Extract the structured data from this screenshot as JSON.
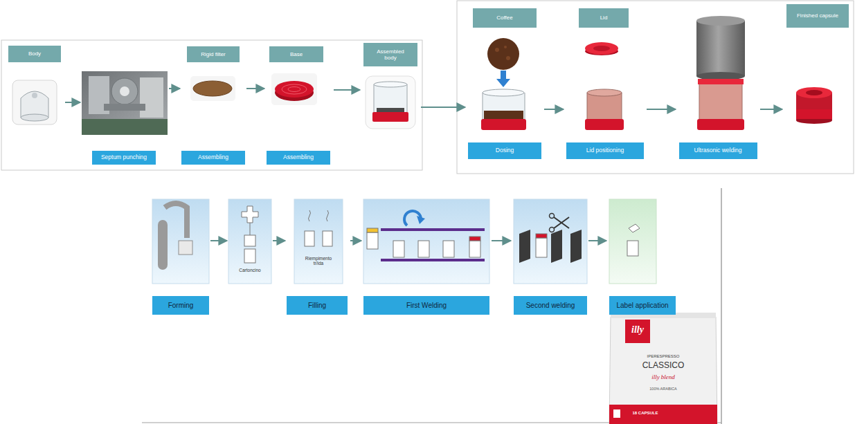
{
  "diagram": {
    "nodes": [
      {
        "text": [
          "Body"
        ]
      },
      {
        "text": [
          "Septum punching"
        ]
      },
      {
        "text": [
          "Rigid filter",
          "Assembling"
        ]
      },
      {
        "text": [
          "Base",
          "Assembling"
        ]
      },
      {
        "text": [
          "Assembled body"
        ]
      },
      {
        "text": [
          "Coffee",
          "Dosing"
        ]
      },
      {
        "text": [
          "Lid",
          "Lid positioning"
        ]
      },
      {
        "text": [
          "Ultrasonic welding"
        ]
      },
      {
        "text": [
          "Finished capsule"
        ]
      },
      {
        "text": [
          "Forming"
        ]
      },
      {
        "text": [
          "Cartoncino"
        ]
      },
      {
        "text": [
          "Riempimento tr/ida",
          "Filling"
        ]
      },
      {
        "text": [
          "First Welding"
        ]
      },
      {
        "text": [
          "Second welding"
        ]
      },
      {
        "text": [
          "Label application"
        ]
      }
    ],
    "edges": [
      {
        "from": 0,
        "to": 1,
        "arrow": "to"
      },
      {
        "from": 1,
        "to": 2,
        "arrow": "to"
      },
      {
        "from": 2,
        "to": 3,
        "arrow": "to"
      },
      {
        "from": 3,
        "to": 4,
        "arrow": "to"
      },
      {
        "from": 4,
        "to": 5,
        "arrow": "to"
      },
      {
        "from": 5,
        "to": 6,
        "arrow": "to"
      },
      {
        "from": 6,
        "to": 7,
        "arrow": "to"
      },
      {
        "from": 7,
        "to": 8,
        "arrow": "to"
      },
      {
        "from": 9,
        "to": 10,
        "arrow": "to"
      },
      {
        "from": 10,
        "to": 11,
        "arrow": "to"
      },
      {
        "from": 11,
        "to": 12,
        "arrow": "to"
      },
      {
        "from": 12,
        "to": 13,
        "arrow": "to"
      },
      {
        "from": 13,
        "to": 14,
        "arrow": "to"
      }
    ],
    "labels": [
      "illy",
      "IPERESPRESSO",
      "CLASSICO",
      "illy blend",
      "100% ARABICA",
      "18 CAPSULE"
    ]
  }
}
